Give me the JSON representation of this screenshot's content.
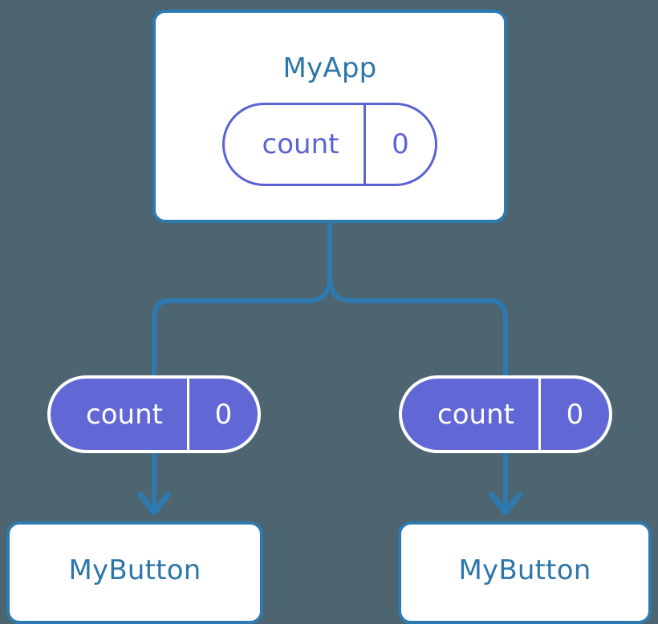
{
  "diagram": {
    "background_color": "#4c6571",
    "accent_blue": "#2e7ab0",
    "title_blue": "#2c76a8",
    "state_purple": "#6168d6",
    "state_purple_outline": "#5b63d3",
    "nodes": {
      "root": {
        "title": "MyApp",
        "state": {
          "key": "count",
          "value": "0"
        }
      },
      "child_left": {
        "state": {
          "key": "count",
          "value": "0"
        },
        "title": "MyButton"
      },
      "child_right": {
        "state": {
          "key": "count",
          "value": "0"
        },
        "title": "MyButton"
      }
    },
    "edges": [
      {
        "name": "root-to-split",
        "kind": "line"
      },
      {
        "name": "split-to-left-child",
        "kind": "branch"
      },
      {
        "name": "split-to-right-child",
        "kind": "branch"
      },
      {
        "name": "left-state-to-left-button",
        "kind": "arrow"
      },
      {
        "name": "right-state-to-right-button",
        "kind": "arrow"
      }
    ]
  }
}
